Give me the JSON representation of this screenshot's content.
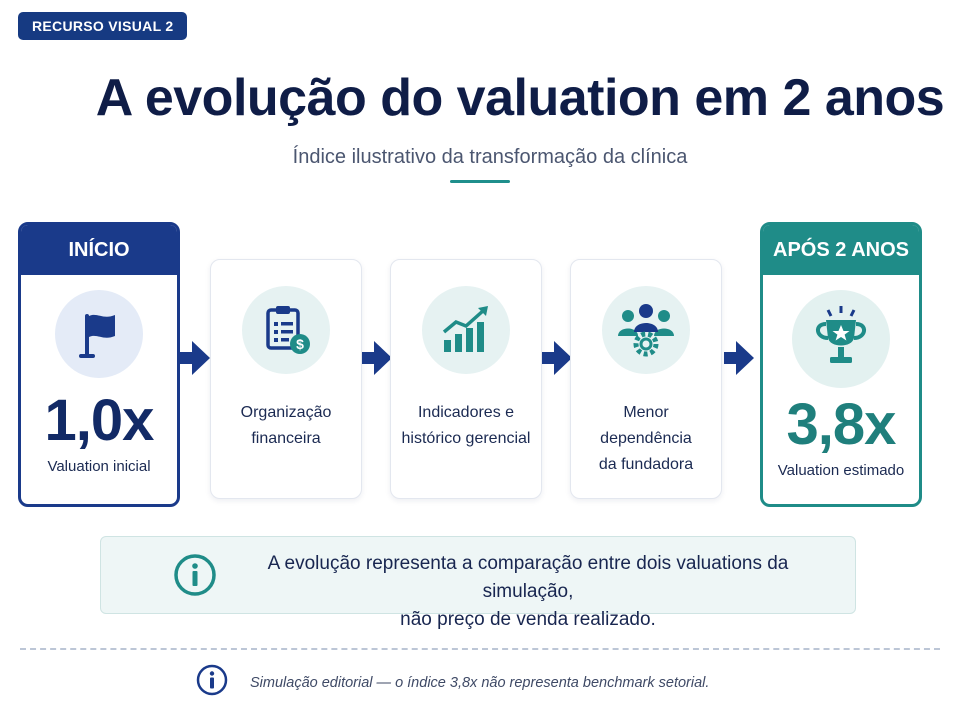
{
  "badge": "RECURSO VISUAL 2",
  "title": "A evolução do valuation em 2 anos",
  "subtitle": "Índice ilustrativo da transformação da clínica",
  "start": {
    "header": "INÍCIO",
    "icon": "flag-icon",
    "value": "1,0x",
    "caption": "Valuation inicial"
  },
  "steps": [
    {
      "icon": "clipboard-dollar-icon",
      "line1": "Organização",
      "line2": "financeira"
    },
    {
      "icon": "growth-chart-icon",
      "line1": "Indicadores e",
      "line2": "histórico gerencial"
    },
    {
      "icon": "team-gear-icon",
      "line1": "Menor dependência",
      "line2": "da fundadora"
    }
  ],
  "end": {
    "header": "APÓS 2 ANOS",
    "icon": "trophy-icon",
    "value": "3,8x",
    "caption": "Valuation estimado"
  },
  "note": {
    "line1": "A evolução representa a comparação entre dois valuations da simulação,",
    "line2": "não preço de venda realizado."
  },
  "footnote": "Simulação editorial — o índice 3,8x não representa benchmark setorial.",
  "colors": {
    "navy": "#1a3a8a",
    "teal": "#1f8c88",
    "title": "#0f1d47"
  }
}
